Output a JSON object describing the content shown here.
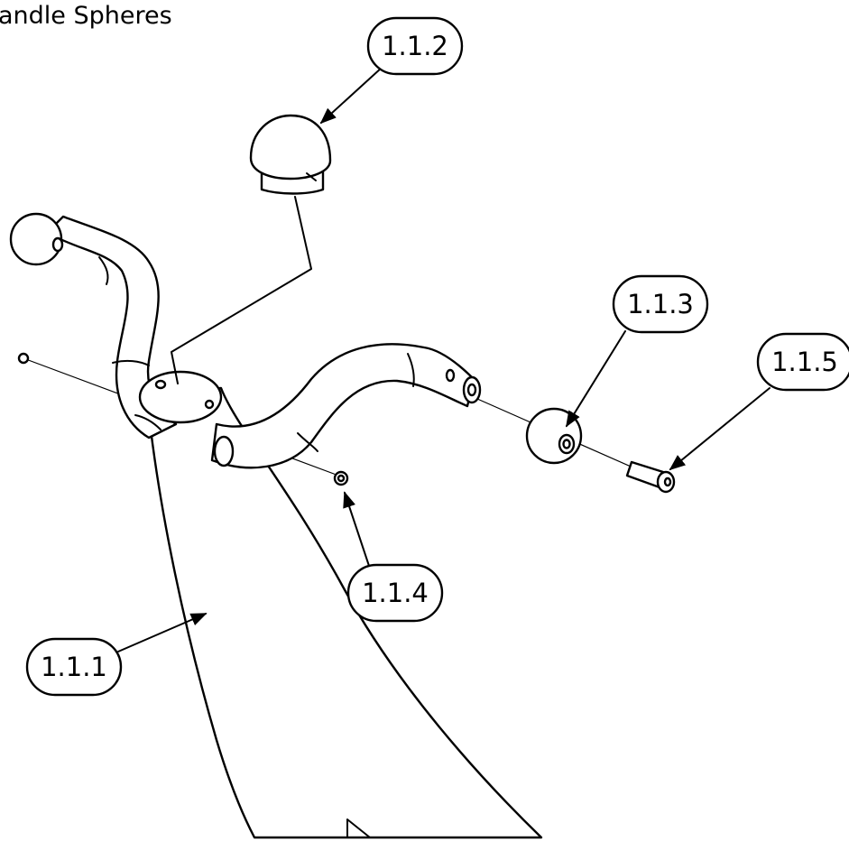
{
  "title": "andle Spheres",
  "callouts": [
    {
      "id": "callout-1-1-1",
      "label": "1.1.1"
    },
    {
      "id": "callout-1-1-2",
      "label": "1.1.2"
    },
    {
      "id": "callout-1-1-3",
      "label": "1.1.3"
    },
    {
      "id": "callout-1-1-4",
      "label": "1.1.4"
    },
    {
      "id": "callout-1-1-5",
      "label": "1.1.5"
    }
  ]
}
